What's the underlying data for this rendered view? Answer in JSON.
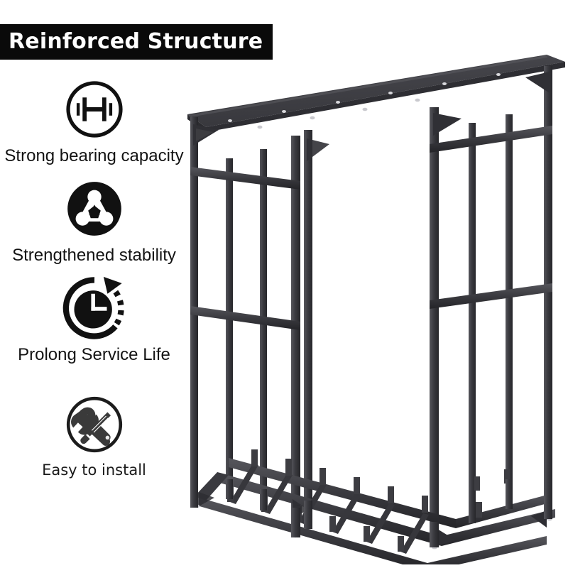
{
  "banner": {
    "title": "Reinforced Structure",
    "background_color": "#0a0a0a",
    "text_color": "#ffffff"
  },
  "features": [
    {
      "icon": "barbell-icon",
      "label": "Strong bearing capacity",
      "icon_style": "outline-circle"
    },
    {
      "icon": "molecule-nodes-icon",
      "label": "Strengthened stability",
      "icon_style": "filled-circle"
    },
    {
      "icon": "clock-rotate-icon",
      "label": "Prolong Service Life",
      "icon_style": "filled-circle-dashed-arrow"
    },
    {
      "icon": "wrench-screwdriver-icon",
      "label": "Easy to install",
      "icon_style": "outline-circle"
    }
  ],
  "product": {
    "name": "firewood-storage-rack",
    "description": "Metal firewood log rack with sloped roof panel",
    "frame_color": "#3c3c40",
    "frame_dark": "#2a2a2d",
    "frame_light": "#55555a",
    "roof_color": "#3f3f44",
    "background_color": "#ffffff"
  },
  "colors": {
    "page_background": "#ffffff",
    "icon_black": "#111111",
    "icon_gray": "#3a3a3a",
    "text_primary": "#131313"
  }
}
